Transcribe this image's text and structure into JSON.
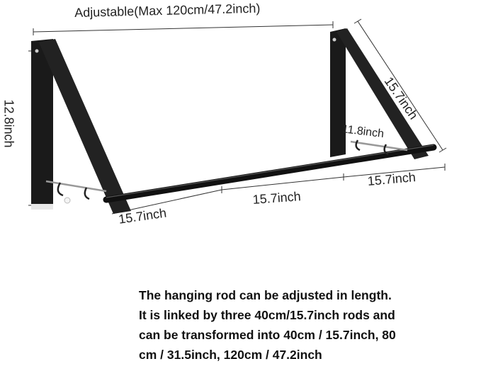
{
  "dimensions": {
    "top_width": "Adjustable(Max 120cm/47.2inch)",
    "height": "12.8inch",
    "depth": "15.7inch",
    "hook_width": "11.8inch",
    "rod_left": "15.7inch",
    "rod_middle": "15.7inch",
    "rod_right": "15.7inch"
  },
  "caption": {
    "line1": "The hanging rod can be adjusted in length.",
    "line2": "It is linked by three 40cm/15.7inch rods and",
    "line3": "can be transformed into 40cm / 15.7inch, 80",
    "line4": "cm / 31.5inch, 120cm / 47.2inch"
  },
  "colors": {
    "bracket": "#1a1a1a",
    "rod": "#111111",
    "dimension_line": "#333333"
  }
}
